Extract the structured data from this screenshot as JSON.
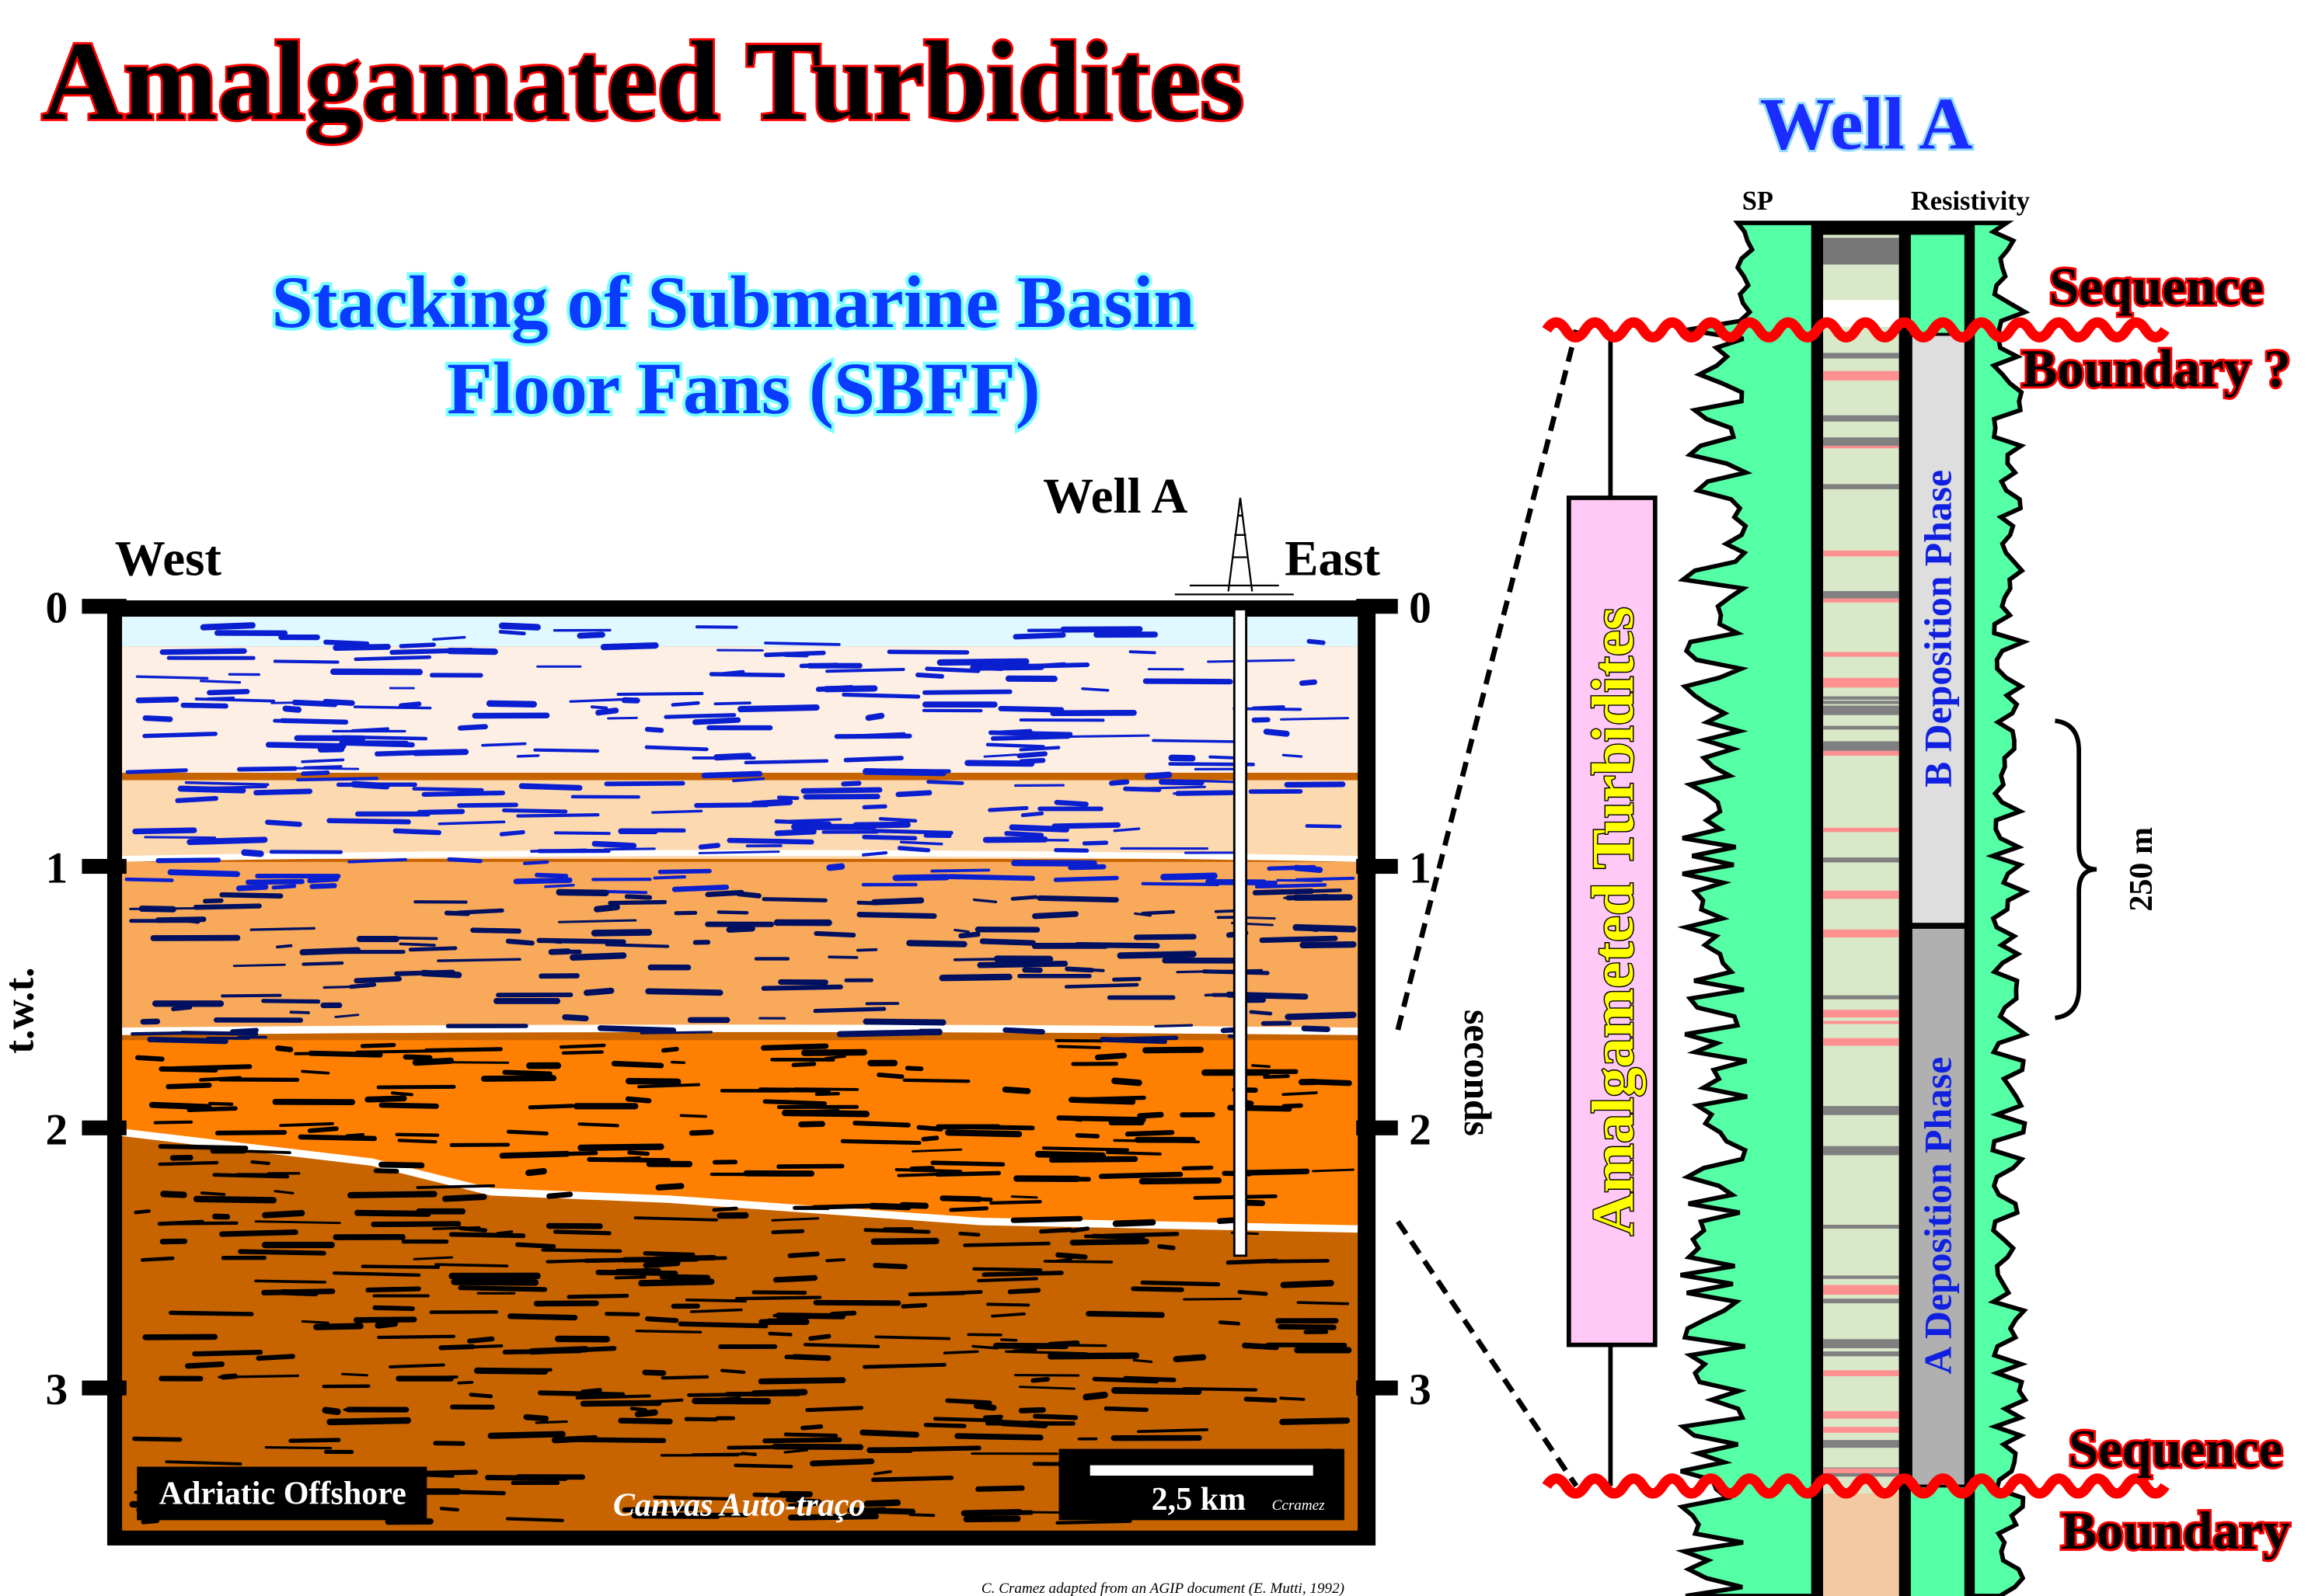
{
  "title": "Amalgamated Turbidites",
  "subtitle": [
    "Stacking of Submarine Basin",
    "Floor Fans (SBFF)"
  ],
  "seismic": {
    "well_label": "Well A",
    "west": "West",
    "east": "East",
    "axis_label": "t.w.t.",
    "axis_unit": "seconds",
    "ticks": [
      "0",
      "1",
      "2",
      "3"
    ],
    "location": "Adriatic Offshore",
    "canvas_label": "Canvas Auto-traço",
    "scale": "2,5 km",
    "scale_author": "Ccramez"
  },
  "well_log": {
    "title": "Well A",
    "sp_label": "SP",
    "resistivity_label": "Resistivity",
    "interval_label": "Amalgameted Turbidites",
    "phase_b": "B Deposition Phase",
    "phase_a": "A Deposition Phase",
    "thickness": "250 m",
    "top_boundary": [
      "Sequence",
      "Boundary ?"
    ],
    "bottom_boundary": [
      "Sequence",
      "Boundary"
    ]
  },
  "colors": {
    "green": "#55ffa5",
    "layer_top": "#fdefe4",
    "layer_2": "#fdd9b0",
    "layer_3": "#f9a95a",
    "layer_4": "#ff8000",
    "layer_5": "#c86400"
  },
  "credit": "C. Cramez   adapted  from an  AGIP document  (E. Mutti, 1992)"
}
